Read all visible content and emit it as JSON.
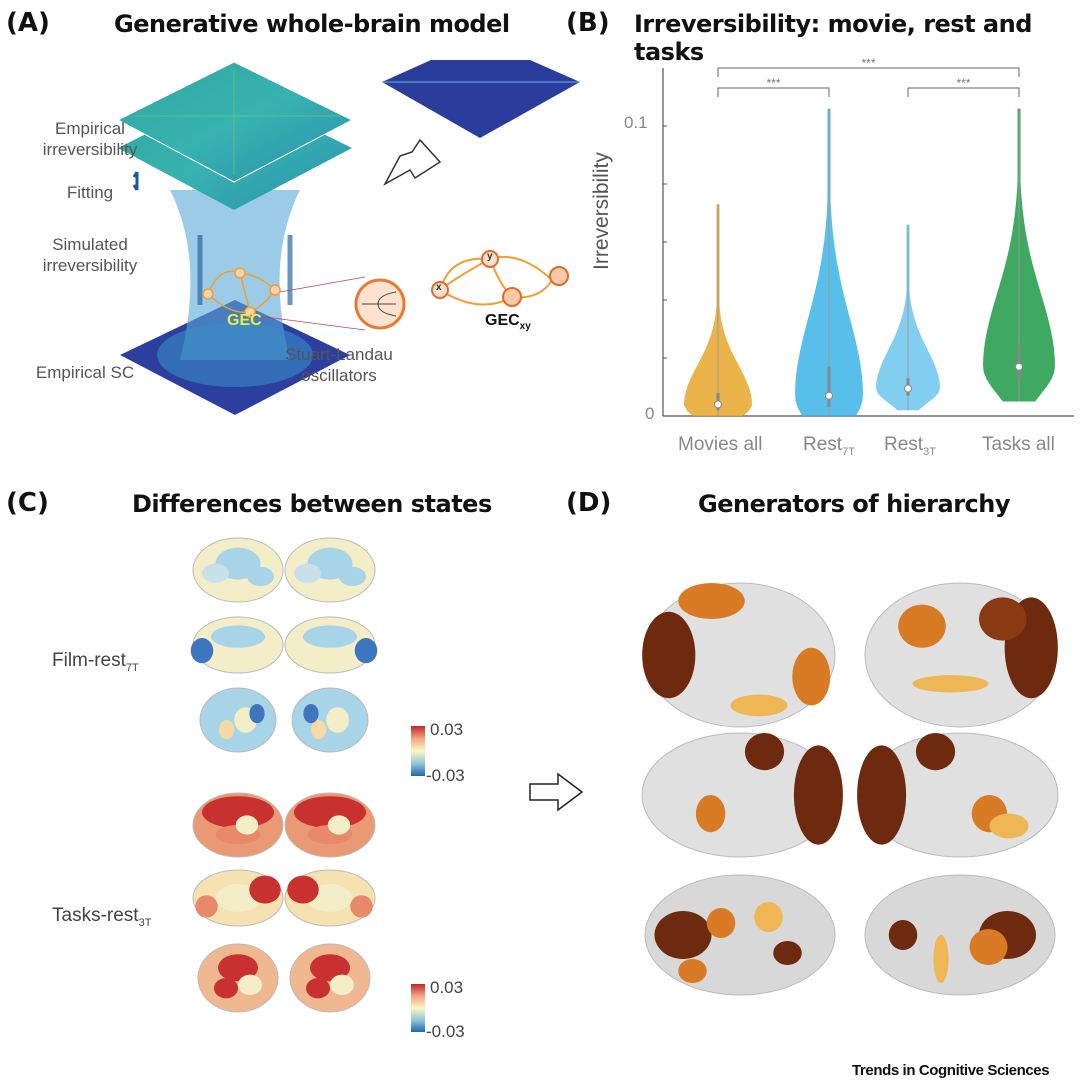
{
  "panels": {
    "a": {
      "letter": "(A)",
      "title": "Generative whole-brain model",
      "labels": {
        "empirical_irreversibility": "Empirical irreversibility",
        "fitting": "Fitting",
        "simulated_irreversibility": "Simulated irreversibility",
        "empirical_sc": "Empirical SC",
        "oscillators": "Stuart-Landau oscillators",
        "gec": "GEC",
        "gecxy_main": "GEC",
        "gecxy_sub": "xy",
        "node_x": "x",
        "node_y": "y"
      }
    },
    "b": {
      "letter": "(B)",
      "title": "Irreversibility: movie, rest and tasks"
    },
    "c": {
      "letter": "(C)",
      "title": "Differences between states",
      "rows": [
        {
          "label_main": "Film-rest",
          "label_sub": "7T",
          "cbar_max": "0.03",
          "cbar_min": "-0.03"
        },
        {
          "label_main": "Tasks-rest",
          "label_sub": "3T",
          "cbar_max": "0.03",
          "cbar_min": "-0.03"
        }
      ]
    },
    "d": {
      "letter": "(D)",
      "title": "Generators of hierarchy"
    }
  },
  "credit": "Trends in Cognitive Sciences",
  "colors": {
    "movies": "#e8a72a",
    "rest7t": "#3ab4e6",
    "rest3t": "#6cc6ee",
    "tasks": "#1f9a45"
  },
  "chart_data": {
    "type": "violin",
    "title": "Irreversibility: movie, rest and tasks",
    "ylabel": "Irreversibility",
    "ylim": [
      0,
      0.12
    ],
    "yticks": [
      0,
      0.02,
      0.04,
      0.06,
      0.08,
      0.1
    ],
    "ytick_labels": [
      "0",
      "",
      "",
      "",
      "",
      "0.1"
    ],
    "categories": [
      {
        "main": "Movies all",
        "sub": ""
      },
      {
        "main": "Rest",
        "sub": "7T"
      },
      {
        "main": "Rest",
        "sub": "3T"
      },
      {
        "main": "Tasks all",
        "sub": ""
      }
    ],
    "series": [
      {
        "name": "Movies all",
        "median": 0.004,
        "min": 0.0,
        "max": 0.073,
        "q1": 0.002,
        "q3": 0.008
      },
      {
        "name": "Rest7T",
        "median": 0.007,
        "min": 0.0,
        "max": 0.106,
        "q1": 0.003,
        "q3": 0.017
      },
      {
        "name": "Rest3T",
        "median": 0.0095,
        "min": 0.002,
        "max": 0.066,
        "q1": 0.007,
        "q3": 0.013
      },
      {
        "name": "Tasks all",
        "median": 0.017,
        "min": 0.005,
        "max": 0.106,
        "q1": 0.012,
        "q3": 0.025
      }
    ],
    "significance": [
      {
        "from": 0,
        "to": 1,
        "label": "***"
      },
      {
        "from": 2,
        "to": 3,
        "label": "***"
      },
      {
        "from": 0,
        "to": 3,
        "label": "***"
      }
    ]
  }
}
